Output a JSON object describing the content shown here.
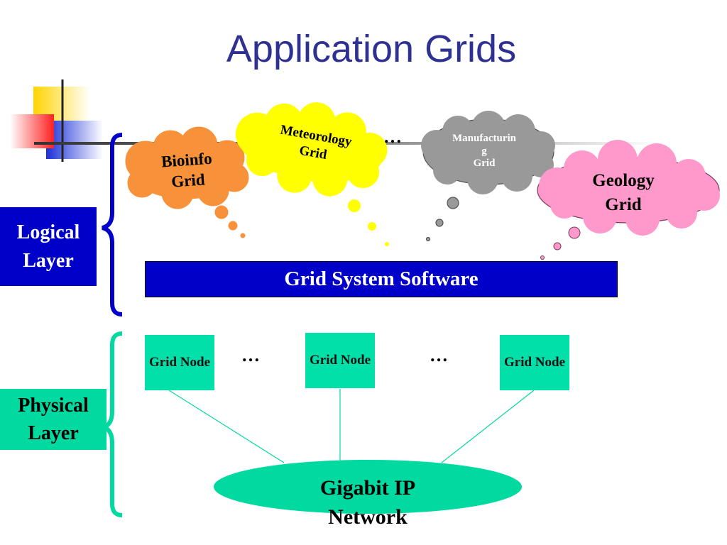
{
  "title": "Application Grids",
  "logical_layer": "Logical Layer",
  "physical_layer": "Physical Layer",
  "grid_system_software": "Grid System Software",
  "clouds": {
    "bioinfo": "Bioinfo Grid",
    "meteorology": "Meteorology Grid",
    "manufacturing": "Manufacturin\ng\nGrid",
    "geology": "Geology Grid"
  },
  "ellipsis": "…",
  "nodes": [
    "Grid Node",
    "Grid Node",
    "Grid Node"
  ],
  "network": "Gigabit IP Network",
  "colors": {
    "title": "#2e3192",
    "logical_blue": "#0000c8",
    "physical_teal": "#00d9a0",
    "bioinfo_cloud": "#f7923a",
    "meteorology_cloud": "#ffff00",
    "manufacturing_cloud": "#999999",
    "geology_cloud": "#ff99cc"
  }
}
